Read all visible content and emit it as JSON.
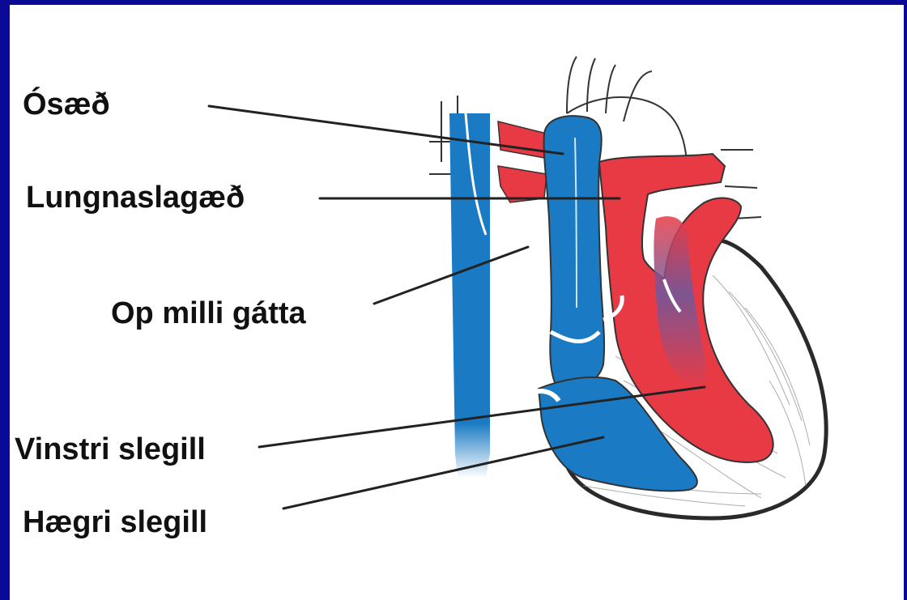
{
  "labels": [
    {
      "id": "osaed",
      "text": "Ósæð"
    },
    {
      "id": "lungnaslagaed",
      "text": "Lungnaslagæð"
    },
    {
      "id": "op-milli-gatta",
      "text": "Op milli gátta"
    },
    {
      "id": "vinstri-slegill",
      "text": "Vinstri slegill"
    },
    {
      "id": "haegri-slegill",
      "text": "Hægri slegill"
    }
  ],
  "colors": {
    "background_frame": "#0a0a96",
    "panel": "#ffffff",
    "deoxygenated": "#1a7ac4",
    "oxygenated": "#e83a45",
    "mixed": "#3f5ea8",
    "outline": "#2a2a2a",
    "label_text": "#111111"
  }
}
